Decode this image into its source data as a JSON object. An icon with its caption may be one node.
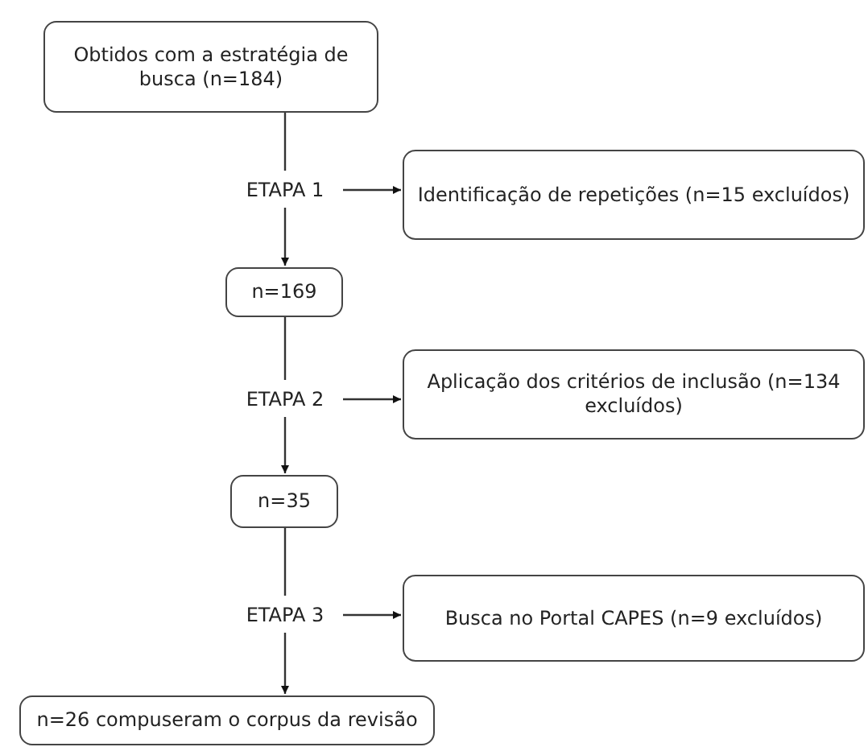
{
  "diagram": {
    "nodes": [
      {
        "text": [
          "Obtidos com a estratégia de busca (n=184)"
        ]
      },
      {
        "text": [
          "ETAPA 1"
        ]
      },
      {
        "text": [
          "Identificação de repetições (n=15 excluídos)"
        ]
      },
      {
        "text": [
          "n=169"
        ]
      },
      {
        "text": [
          "ETAPA 2"
        ]
      },
      {
        "text": [
          "Aplicação dos critérios de inclusão (n=134 excluídos)"
        ]
      },
      {
        "text": [
          "n=35"
        ]
      },
      {
        "text": [
          "ETAPA 3"
        ]
      },
      {
        "text": [
          "Busca no Portal CAPES (n=9 excluídos)"
        ]
      },
      {
        "text": [
          "n=26 compuseram o corpus da revisão"
        ]
      }
    ],
    "edges": [
      {
        "from": 0,
        "to": 1,
        "arrow": "none"
      },
      {
        "from": 1,
        "to": 2,
        "arrow": "to"
      },
      {
        "from": 1,
        "to": 3,
        "arrow": "to"
      },
      {
        "from": 3,
        "to": 4,
        "arrow": "none"
      },
      {
        "from": 4,
        "to": 5,
        "arrow": "to"
      },
      {
        "from": 4,
        "to": 6,
        "arrow": "to"
      },
      {
        "from": 6,
        "to": 7,
        "arrow": "none"
      },
      {
        "from": 7,
        "to": 8,
        "arrow": "to"
      },
      {
        "from": 7,
        "to": 9,
        "arrow": "to"
      }
    ]
  }
}
